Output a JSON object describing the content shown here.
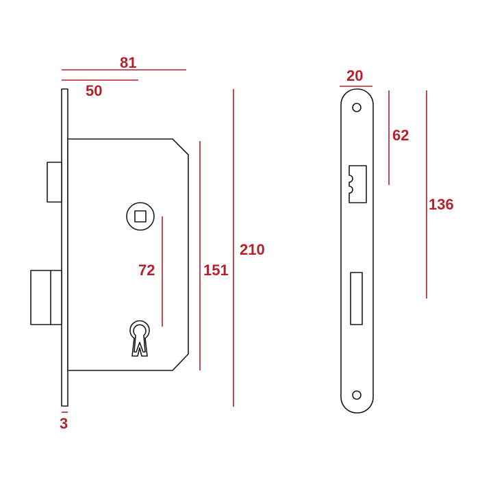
{
  "colors": {
    "dimension": "#b3222a",
    "outline": "#1a1a1a",
    "background": "#ffffff"
  },
  "dimensions": {
    "total_width": "81",
    "backset": "50",
    "faceplate_thickness": "3",
    "center_distance": "72",
    "case_height": "151",
    "faceplate_height": "210",
    "strike_width": "20",
    "strike_latch_offset": "62",
    "strike_bolt_offset": "136"
  }
}
